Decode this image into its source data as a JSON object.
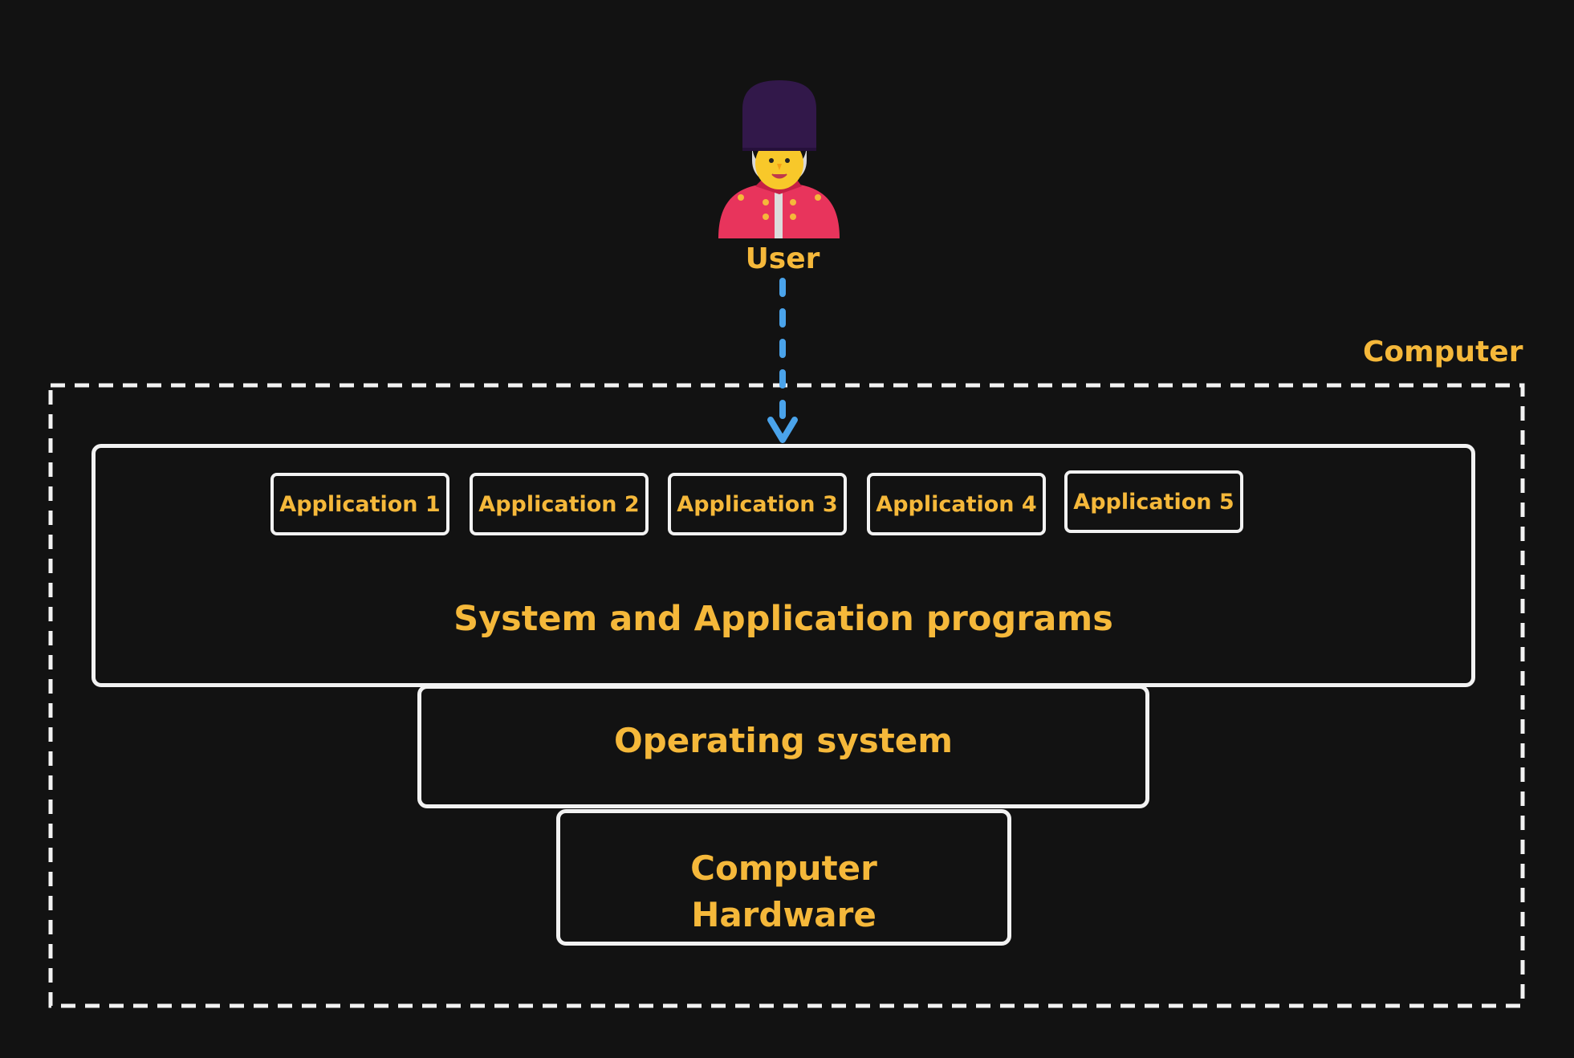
{
  "user": {
    "icon": "royal-guard-icon",
    "label": "User"
  },
  "computer": {
    "label": "Computer"
  },
  "layers": {
    "applications": [
      "Application 1",
      "Application 2",
      "Application 3",
      "Application 4",
      "Application 5"
    ],
    "system_programs_label": "System and Application programs",
    "operating_system_label": "Operating system",
    "hardware_label_line1": "Computer",
    "hardware_label_line2": "Hardware"
  },
  "colors": {
    "background": "#121212",
    "text_accent": "#f5b83a",
    "box_border": "#f2f2f2",
    "arrow": "#4aa3ea"
  }
}
